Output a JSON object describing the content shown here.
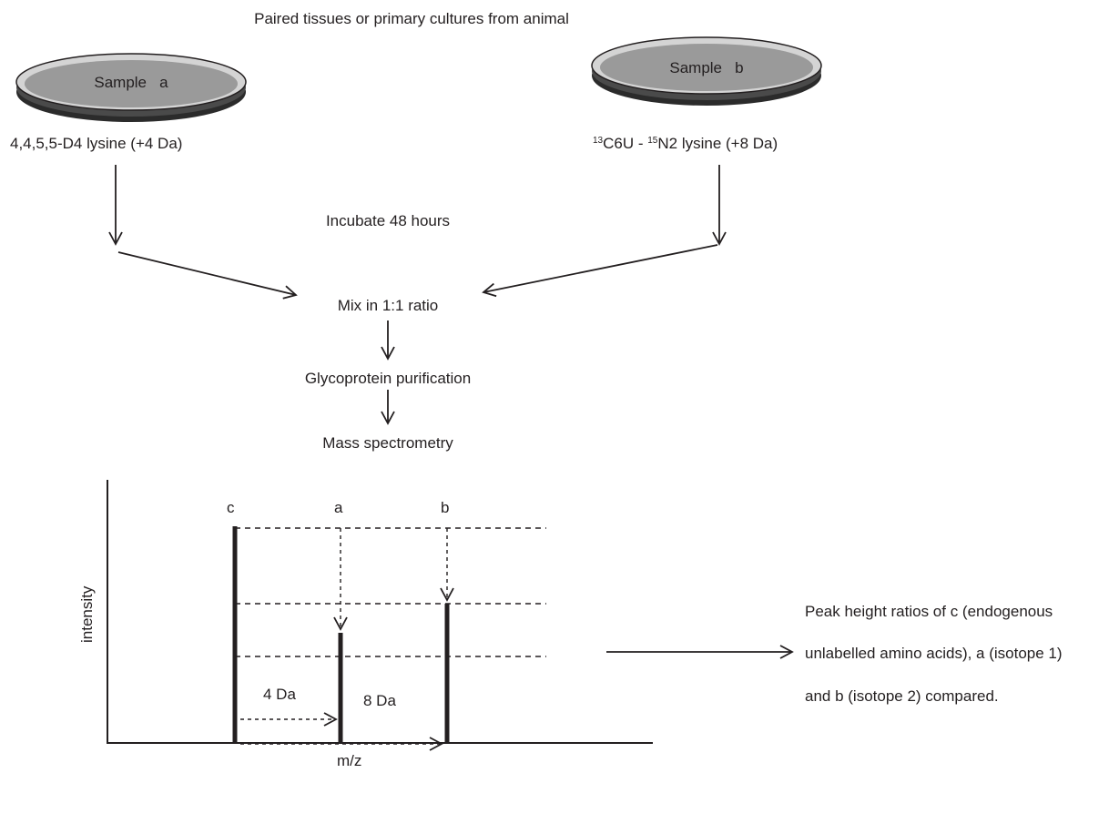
{
  "title": "Paired tissues or primary cultures from animal",
  "samples": {
    "a": {
      "label": "Sample   a",
      "isotope": "4,4,5,5-D4 lysine (+4 Da)"
    },
    "b": {
      "label": "Sample   b",
      "isotope_parts": [
        "13",
        "C6U - ",
        "15",
        "N2 lysine (+8 Da)"
      ]
    }
  },
  "steps": {
    "incubate": "Incubate 48 hours",
    "mix": "Mix in 1:1 ratio",
    "purify": "Glycoprotein purification",
    "ms": "Mass spectrometry"
  },
  "spectrum": {
    "y_axis_label": "intensity",
    "x_axis_label": "m/z",
    "peak_labels": [
      "c",
      "a",
      "b"
    ],
    "shift_labels": [
      "4 Da",
      "8 Da"
    ]
  },
  "result": {
    "lines": [
      "Peak height ratios of c (endogenous",
      "unlabelled amino acids), a (isotope 1)",
      "and b (isotope 2) compared."
    ]
  },
  "colors": {
    "ink": "#231f20",
    "dish_fill": "#9a9a9a",
    "dish_rim": "#d4d4d4"
  }
}
